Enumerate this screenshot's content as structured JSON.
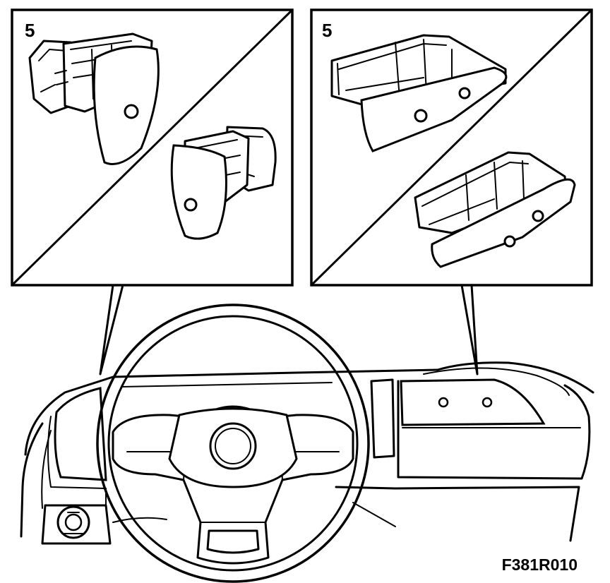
{
  "callouts": [
    {
      "number": "5"
    },
    {
      "number": "5"
    }
  ],
  "figure_code": "F381R010"
}
